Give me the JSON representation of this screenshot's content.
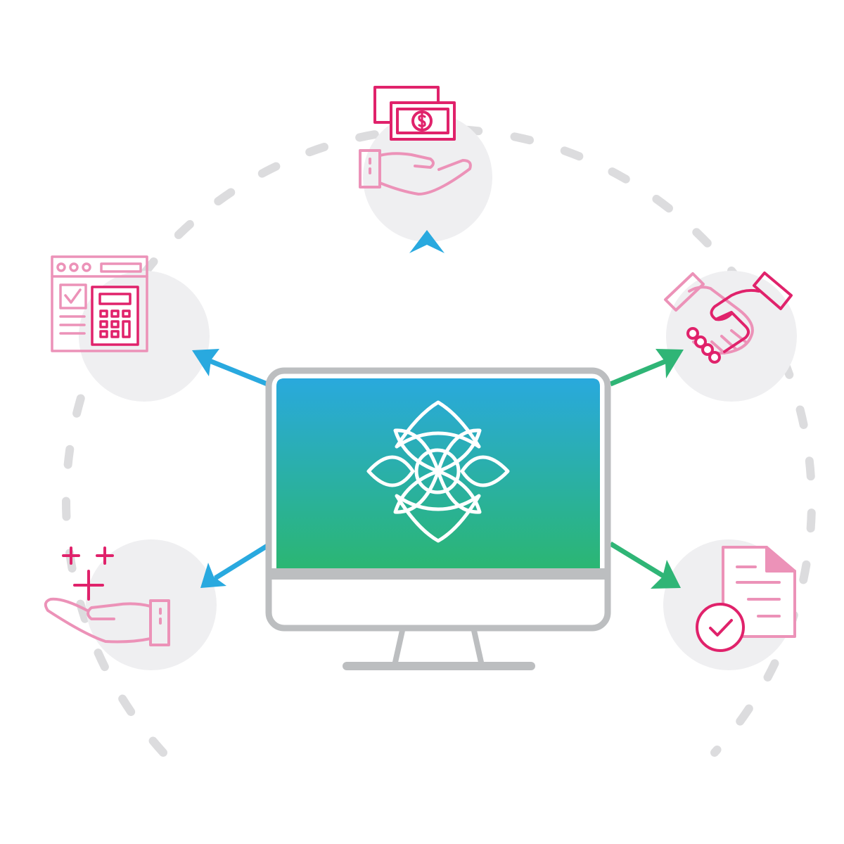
{
  "colors": {
    "background": "#ffffff",
    "dash_ring": "#dcdcde",
    "node_circle": "#efeff1",
    "pink_dark": "#e0226b",
    "pink_light": "#ec92b8",
    "arrow_blue": "#29a9df",
    "arrow_green": "#2fb576",
    "screen_top": "#29a9dd",
    "screen_bottom": "#2bb673",
    "monitor_frame": "#bcbec0",
    "logo_stroke": "#ffffff"
  },
  "center": {
    "device": "desktop-monitor",
    "logo": "flower-logo-icon"
  },
  "nodes": [
    {
      "id": "top",
      "icon": "cash-in-hand-icon"
    },
    {
      "id": "upper-left",
      "icon": "calculator-document-icon"
    },
    {
      "id": "upper-right",
      "icon": "handshake-icon"
    },
    {
      "id": "lower-left",
      "icon": "hand-with-plus-icon"
    },
    {
      "id": "lower-right",
      "icon": "approved-document-icon"
    }
  ]
}
